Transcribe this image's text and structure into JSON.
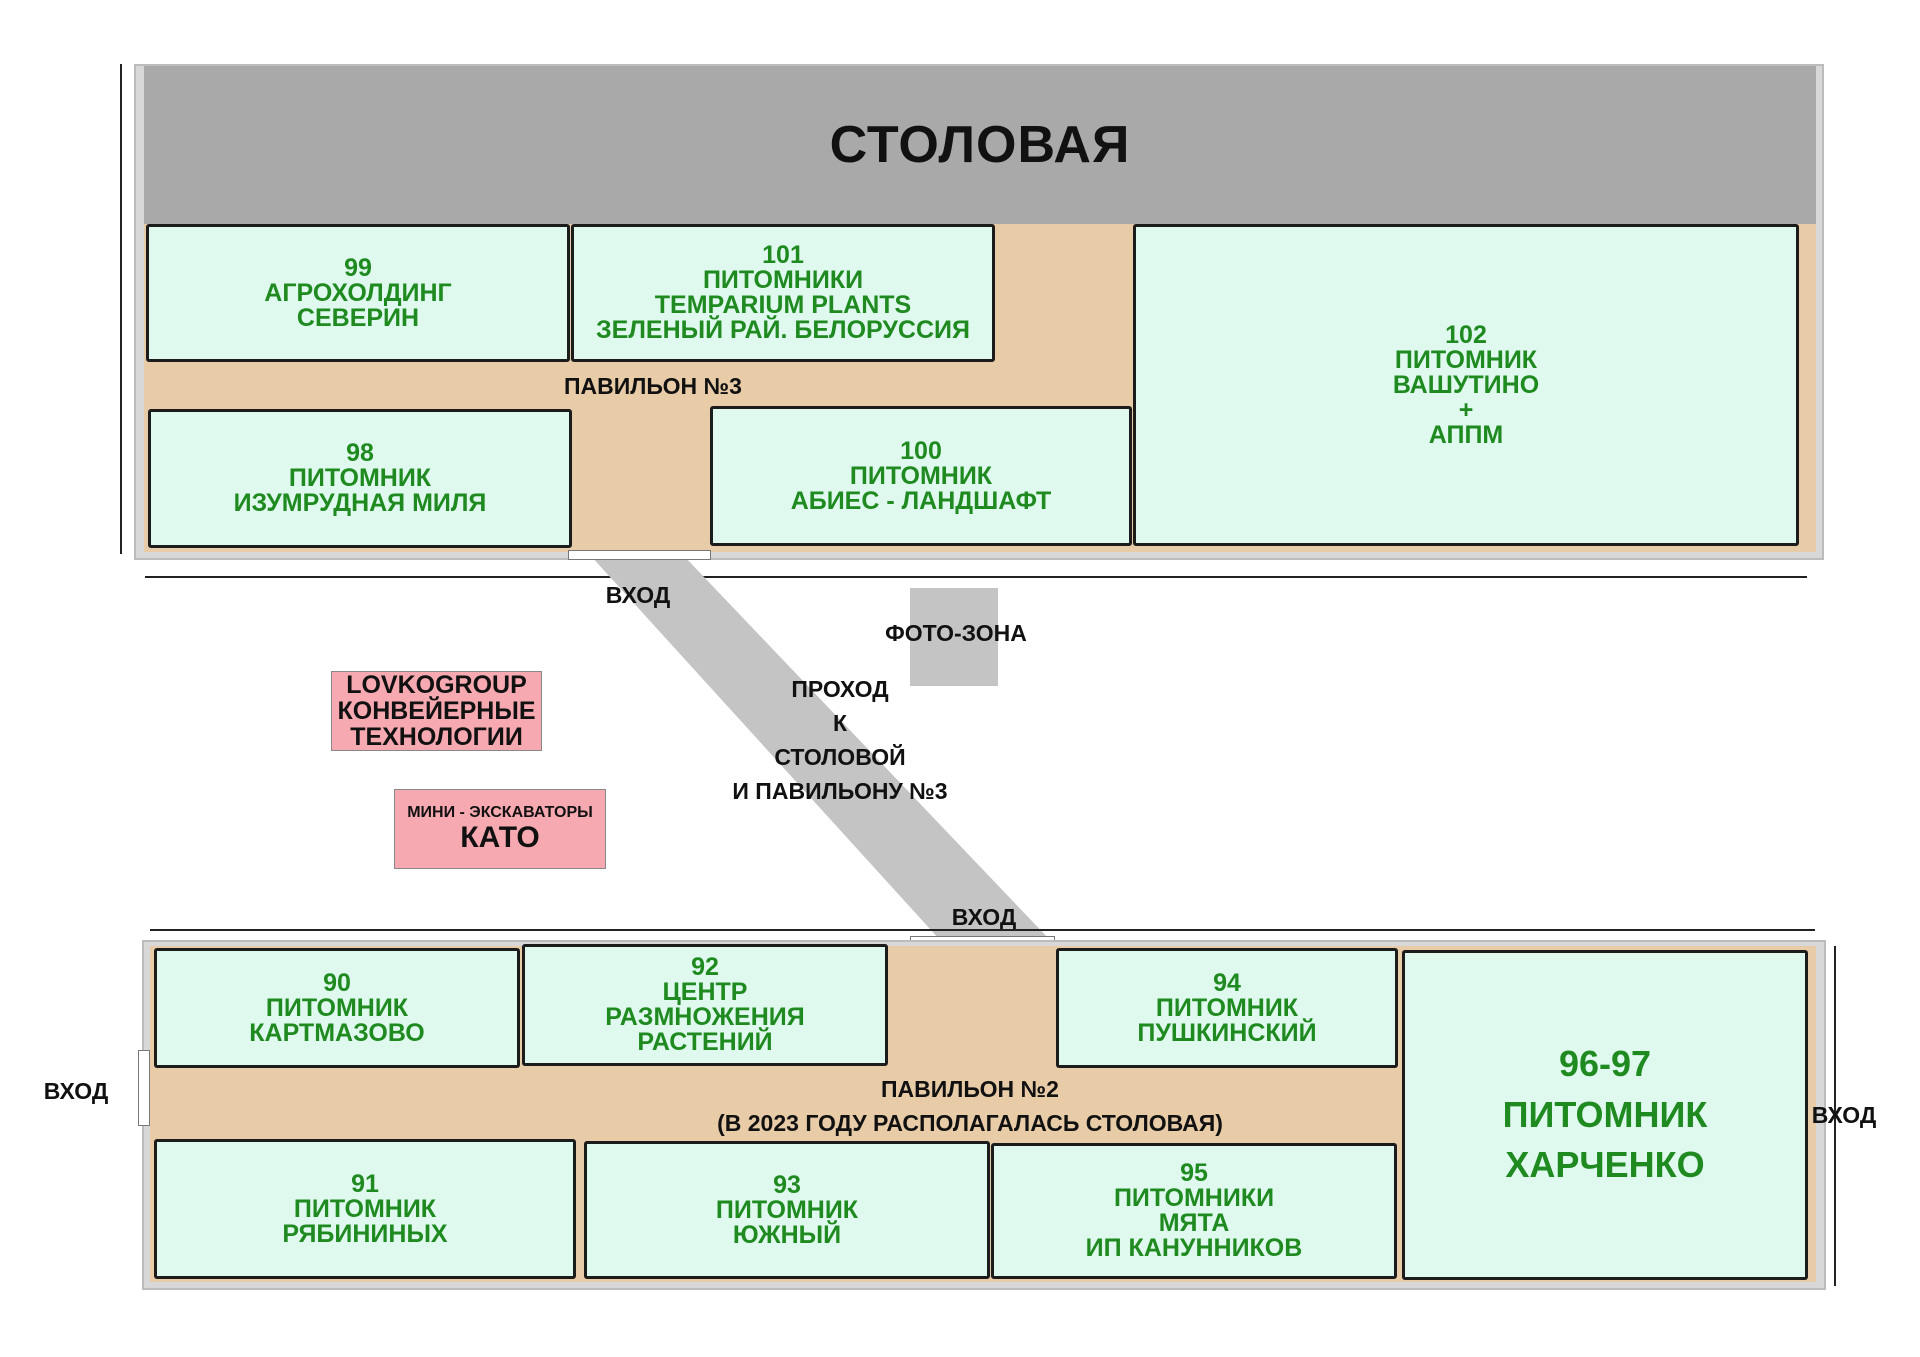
{
  "colors": {
    "canteen": "#a9a9a9",
    "floor": "#e8cba7",
    "stand_fill": "#dff9ef",
    "stand_text": "#1f8a1f",
    "vendor_fill": "#f7a9b1",
    "passage": "#c4c4c4"
  },
  "pavilion3": {
    "canteen_label": "СТОЛОВАЯ",
    "label": "ПАВИЛЬОН №3",
    "stands": [
      {
        "number": "99",
        "lines": [
          "АГРОХОЛДИНГ",
          "СЕВЕРИН"
        ]
      },
      {
        "number": "101",
        "lines": [
          "ПИТОМНИКИ",
          "TEMPARIUM PLANTS",
          "ЗЕЛЕНЫЙ РАЙ. БЕЛОРУССИЯ"
        ]
      },
      {
        "number": "102",
        "lines": [
          "ПИТОМНИК",
          "ВАШУТИНО",
          "+",
          "АППМ"
        ]
      },
      {
        "number": "98",
        "lines": [
          "ПИТОМНИК",
          "ИЗУМРУДНАЯ МИЛЯ"
        ]
      },
      {
        "number": "100",
        "lines": [
          "ПИТОМНИК",
          "АБИЕС - ЛАНДШАФТ"
        ]
      }
    ]
  },
  "outdoor": {
    "entrance_top": "ВХОД",
    "photo_zone": "ФОТО-ЗОНА",
    "passage_lines": [
      "ПРОХОД",
      "К",
      "СТОЛОВОЙ",
      "И ПАВИЛЬОНУ №3"
    ],
    "vendor1_lines": [
      "LOVKOGROUP",
      "КОНВЕЙЕРНЫЕ",
      "ТЕХНОЛОГИИ"
    ],
    "vendor2_small": "МИНИ - ЭКСКАВАТОРЫ",
    "vendor2_big": "КАТО",
    "entrance_mid": "ВХОД"
  },
  "pavilion2": {
    "label_line1": "ПАВИЛЬОН №2",
    "label_line2": "(В 2023 ГОДУ РАСПОЛАГАЛАСЬ СТОЛОВАЯ)",
    "entrance_left": "ВХОД",
    "entrance_right": "ВХОД",
    "stands": [
      {
        "number": "90",
        "lines": [
          "ПИТОМНИК",
          "КАРТМАЗОВО"
        ]
      },
      {
        "number": "92",
        "lines": [
          "ЦЕНТР",
          "РАЗМНОЖЕНИЯ",
          "РАСТЕНИЙ"
        ]
      },
      {
        "number": "94",
        "lines": [
          "ПИТОМНИК",
          "ПУШКИНСКИЙ"
        ]
      },
      {
        "number": "96-97",
        "lines": [
          "ПИТОМНИК",
          "ХАРЧЕНКО"
        ]
      },
      {
        "number": "91",
        "lines": [
          "ПИТОМНИК",
          "РЯБИНИНЫХ"
        ]
      },
      {
        "number": "93",
        "lines": [
          "ПИТОМНИК",
          "ЮЖНЫЙ"
        ]
      },
      {
        "number": "95",
        "lines": [
          "ПИТОМНИКИ",
          "МЯТА",
          "ИП КАНУННИКОВ"
        ]
      }
    ]
  }
}
